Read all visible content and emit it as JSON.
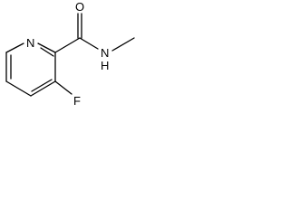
{
  "molecule": {
    "atoms": {
      "ring_nitrogen": "N",
      "carbonyl_oxygen": "O",
      "amide_nitrogen": "N",
      "amide_hydrogen": "H",
      "fluorine": "F"
    },
    "colors": {
      "bond": "#000000",
      "text": "#000000",
      "background": "#ffffff"
    }
  }
}
